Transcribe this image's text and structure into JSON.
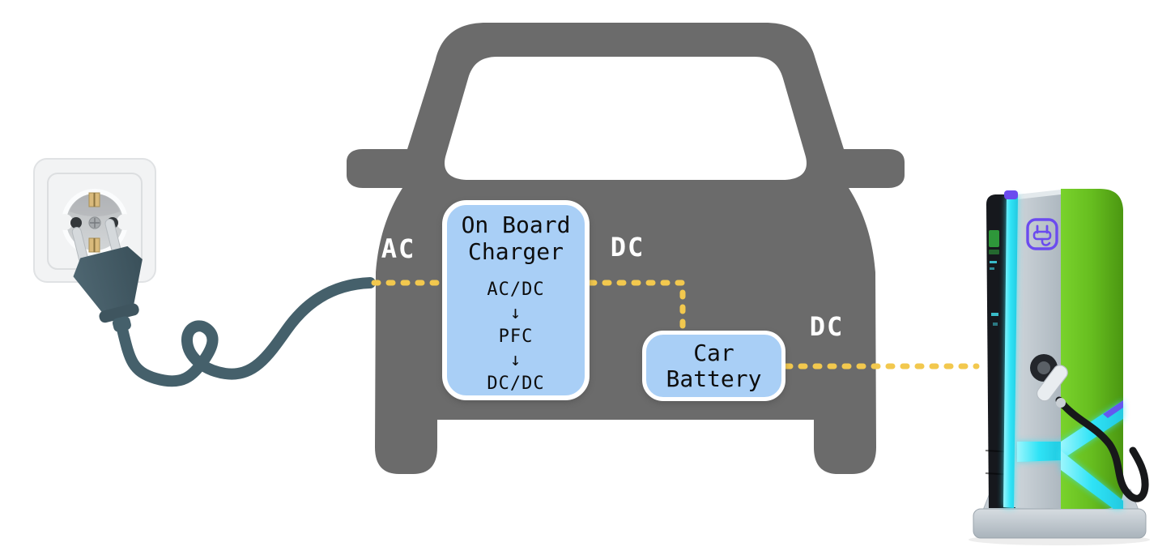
{
  "diagram": {
    "labels": {
      "ac": "AC",
      "dc_onboard": "DC",
      "dc_fast": "DC"
    },
    "onboard_charger": {
      "title": "On Board Charger",
      "stages": [
        "AC/DC",
        "↓",
        "PFC",
        "↓",
        "DC/DC"
      ]
    },
    "car_battery": {
      "title": "Car Battery"
    },
    "colors": {
      "car_body": "#6b6b6b",
      "component_box_fill": "#a9cff6",
      "component_box_border": "#ffffff",
      "connector_dashed_yellow": "#f2c84e",
      "plug_cable_slate": "#45606b",
      "station_green": "#66bd1f",
      "station_panel_gray": "#bcc6cd",
      "station_dark_panel": "#16181d",
      "station_led_cyan": "#35e7f7",
      "station_icon_purple": "#6b4bef"
    }
  }
}
